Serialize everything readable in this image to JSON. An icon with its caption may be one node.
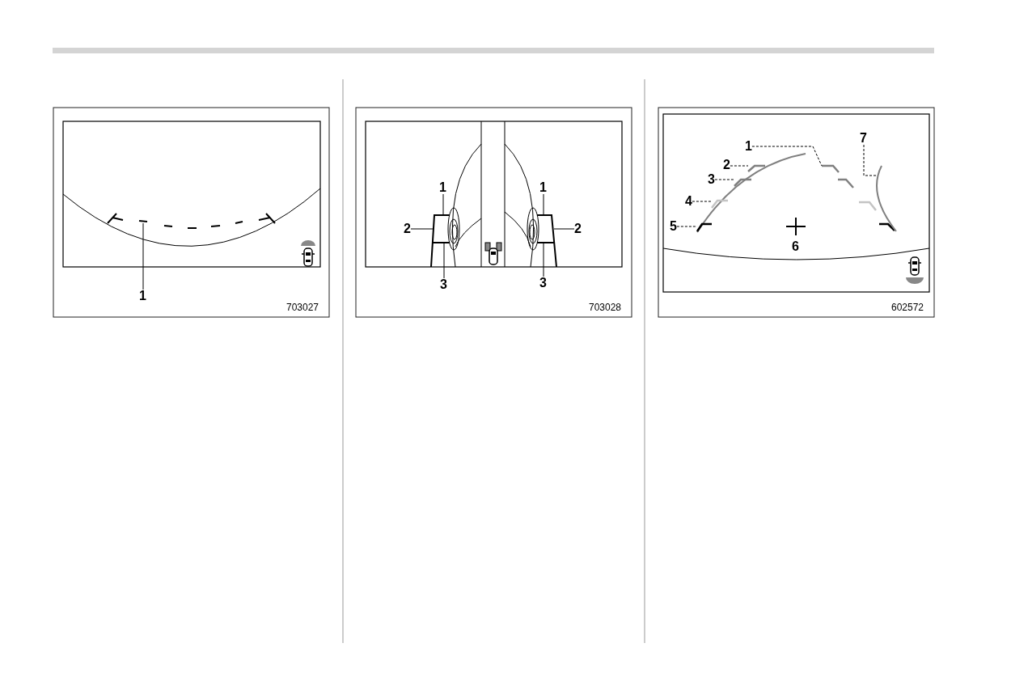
{
  "diagram": {
    "nodes": [
      {
        "text": [
          "1"
        ]
      },
      {
        "text": [
          "1"
        ]
      },
      {
        "text": [
          "2"
        ]
      },
      {
        "text": [
          "3"
        ]
      },
      {
        "text": [
          "1"
        ]
      },
      {
        "text": [
          "2"
        ]
      },
      {
        "text": [
          "3"
        ]
      },
      {
        "text": [
          "1"
        ]
      },
      {
        "text": [
          "2"
        ]
      },
      {
        "text": [
          "3"
        ]
      },
      {
        "text": [
          "4"
        ]
      },
      {
        "text": [
          "5"
        ]
      },
      {
        "text": [
          "7"
        ]
      },
      {
        "text": [],
        "shape": "line"
      },
      {
        "text": [],
        "shape": "line"
      },
      {
        "text": [],
        "shape": "line"
      },
      {
        "text": [],
        "shape": "line"
      },
      {
        "text": [],
        "shape": "line"
      },
      {
        "text": [],
        "shape": "line"
      }
    ],
    "edges": [
      {
        "from": 0,
        "to": null,
        "arrow": "none"
      },
      {
        "from": 1,
        "to": null,
        "arrow": "none"
      },
      {
        "from": 2,
        "to": null,
        "arrow": "none"
      },
      {
        "from": 3,
        "to": null,
        "arrow": "none"
      },
      {
        "from": 4,
        "to": null,
        "arrow": "none"
      },
      {
        "from": 5,
        "to": null,
        "arrow": "none"
      },
      {
        "from": 6,
        "to": null,
        "arrow": "none"
      },
      {
        "from": 7,
        "to": 17,
        "arrow": "none",
        "style": "dashed"
      },
      {
        "from": 8,
        "to": 13,
        "arrow": "none",
        "style": "dashed"
      },
      {
        "from": 9,
        "to": 14,
        "arrow": "none",
        "style": "dashed"
      },
      {
        "from": 10,
        "to": 15,
        "arrow": "none",
        "style": "dashed"
      },
      {
        "from": 11,
        "to": 16,
        "arrow": "none",
        "style": "dashed"
      },
      {
        "from": 12,
        "to": 18,
        "arrow": "none",
        "style": "dashed"
      }
    ],
    "labels": [
      "703027",
      "703028",
      "6",
      "602572"
    ]
  }
}
